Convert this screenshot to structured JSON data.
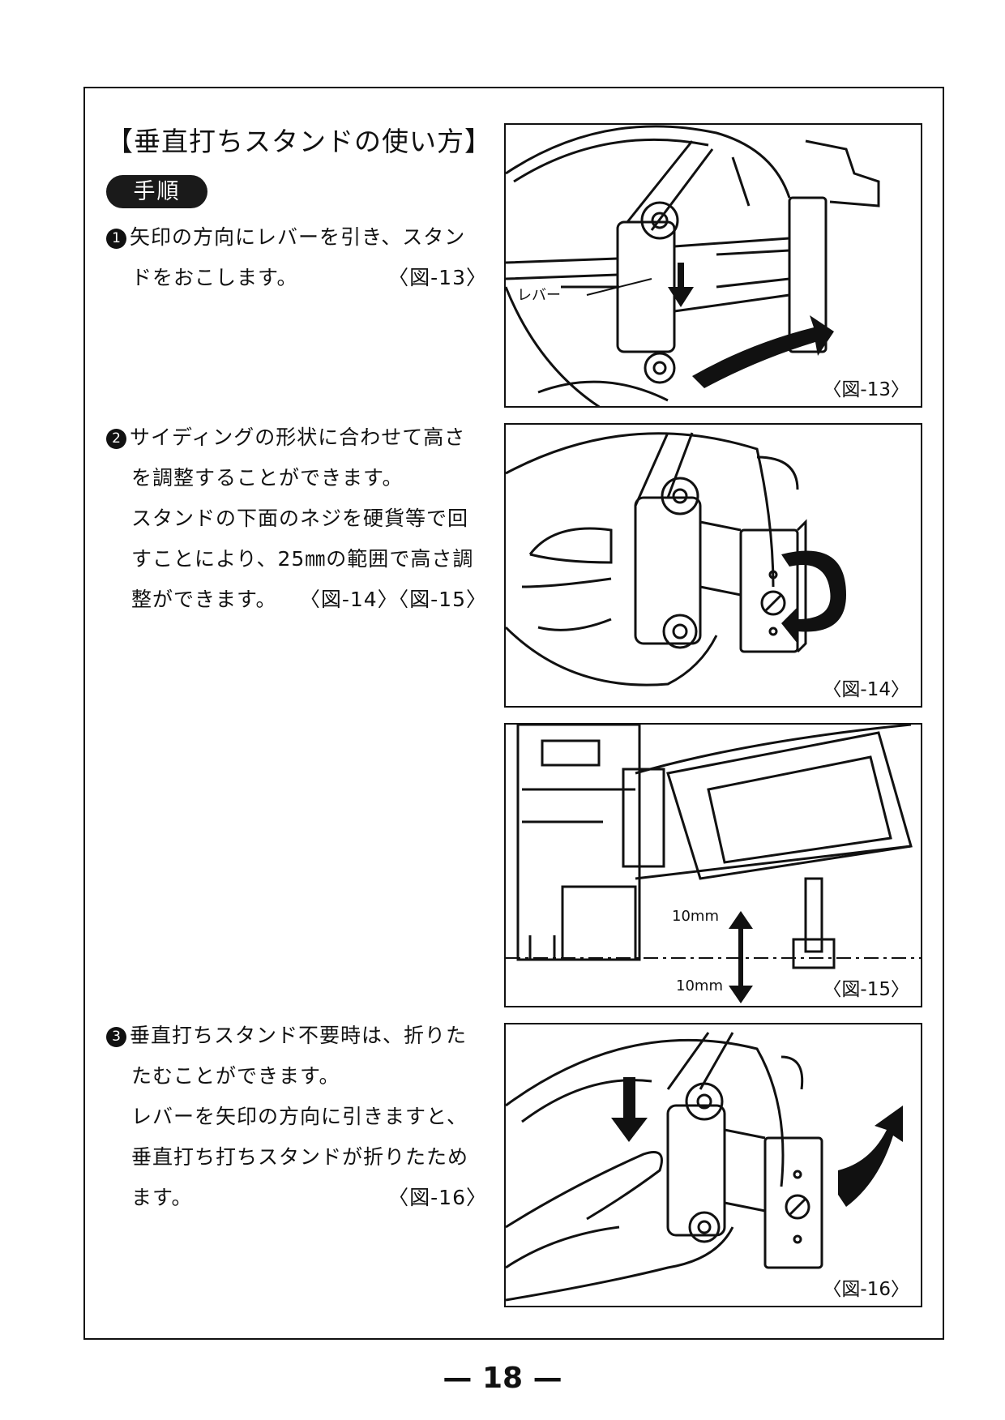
{
  "title": "【垂直打ちスタンドの使い方】",
  "procedure_badge": "手順",
  "steps": [
    {
      "number": "1",
      "lines": [
        "矢印の方向にレバーを引き、スタン",
        "ドをおこします。"
      ],
      "ref": "〈図-13〉"
    },
    {
      "number": "2",
      "lines": [
        "サイディングの形状に合わせて高さ",
        "を調整することができます。",
        "スタンドの下面のネジを硬貨等で回",
        "すことにより、25㎜の範囲で高さ調",
        "整ができます。"
      ],
      "ref": "〈図-14〉〈図-15〉"
    },
    {
      "number": "3",
      "lines": [
        "垂直打ちスタンド不要時は、折りた",
        "たむことができます。",
        "レバーを矢印の方向に引きますと、",
        "垂直打ち打ちスタンドが折りたため",
        "ます。"
      ],
      "ref": "〈図-16〉"
    }
  ],
  "figures": [
    {
      "label": "〈図-13〉",
      "callout": "レバー"
    },
    {
      "label": "〈図-14〉"
    },
    {
      "label": "〈図-15〉",
      "upper_dim": "10mm",
      "lower_dim": "10mm"
    },
    {
      "label": "〈図-16〉"
    }
  ],
  "page_number": "— 18 —"
}
